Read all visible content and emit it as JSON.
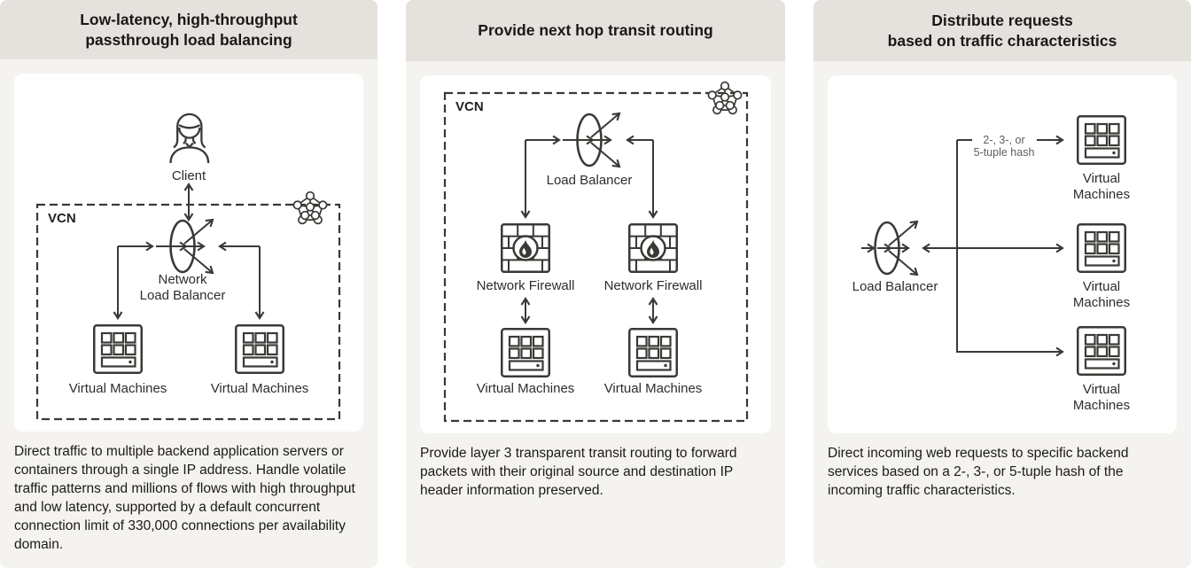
{
  "colors": {
    "header_bg": "#e5e2dd",
    "panel_bg": "#f5f3f0",
    "card_bg": "#ffffff",
    "diagram_stroke": "#3b3935",
    "title_text": "#191817",
    "body_text": "#1b1a18",
    "muted_text": "#5f5e59"
  },
  "icons": {
    "client": "person-icon",
    "load_balancer": "load-balancer-icon",
    "virtual_machines": "virtual-machines-icon",
    "network_firewall": "network-firewall-icon",
    "vcn_mesh": "vcn-network-icon"
  },
  "panels": [
    {
      "title": "Low-latency, high-throughput\npassthrough load balancing",
      "labels": {
        "client": "Client",
        "vcn": "VCN",
        "lb": "Network\nLoad Balancer",
        "vm_left": "Virtual Machines",
        "vm_right": "Virtual Machines"
      },
      "description": "Direct traffic to multiple backend application servers or containers through a single IP address. Handle volatile traffic patterns and millions of flows with high throughput and low latency, supported by a default concurrent connection limit of 330,000 connections per availability domain."
    },
    {
      "title": "Provide next hop transit routing",
      "labels": {
        "vcn": "VCN",
        "lb": "Load Balancer",
        "fw_left": "Network Firewall",
        "fw_right": "Network Firewall",
        "vm_left": "Virtual Machines",
        "vm_right": "Virtual Machines"
      },
      "description": "Provide layer 3 transparent transit routing to forward packets with their original source and destination IP header information preserved."
    },
    {
      "title": "Distribute requests\nbased on traffic characteristics",
      "labels": {
        "lb": "Load Balancer",
        "hash": "2-, 3-, or\n5-tuple hash",
        "vm_top": "Virtual Machines",
        "vm_mid": "Virtual Machines",
        "vm_bottom": "Virtual Machines"
      },
      "description": "Direct incoming web requests to specific backend services based on a 2-, 3-, or 5-tuple hash of the incoming traffic characteristics."
    }
  ]
}
